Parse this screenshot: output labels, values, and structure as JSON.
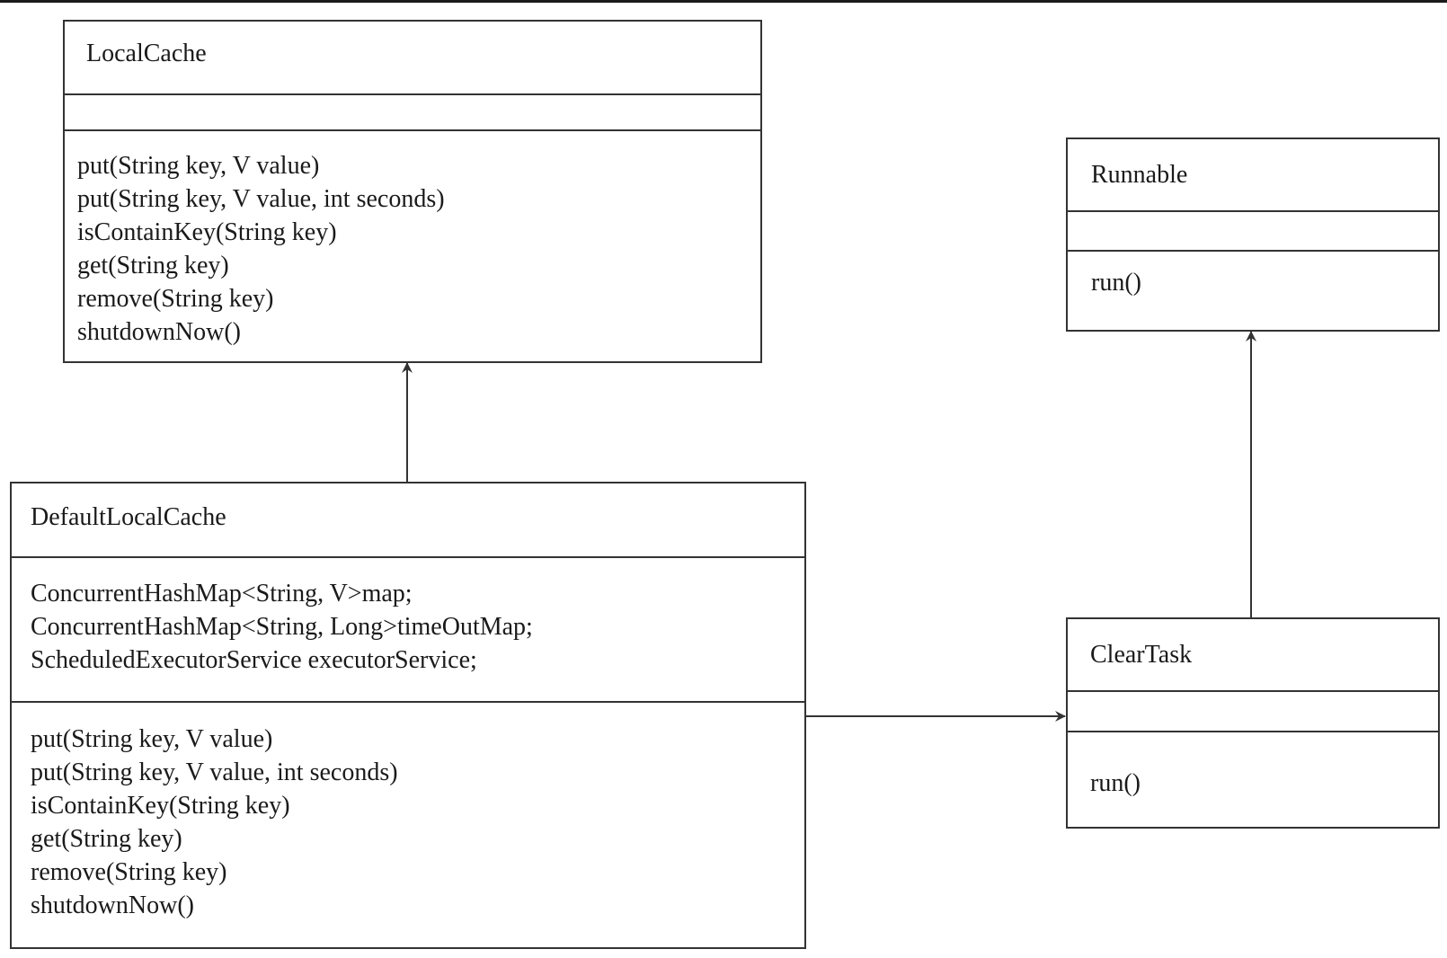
{
  "classes": {
    "local_cache": {
      "name": "LocalCache",
      "attributes": [],
      "methods": [
        "put(String key, V value)",
        "put(String key, V value, int seconds)",
        "isContainKey(String key)",
        "get(String key)",
        "remove(String key)",
        "shutdownNow()"
      ]
    },
    "runnable": {
      "name": "Runnable",
      "attributes": [],
      "methods": [
        "run()"
      ]
    },
    "default_local_cache": {
      "name": "DefaultLocalCache",
      "attributes": [
        "ConcurrentHashMap<String, V>map;",
        "ConcurrentHashMap<String, Long>timeOutMap;",
        "ScheduledExecutorService executorService;"
      ],
      "methods": [
        "put(String key, V value)",
        "put(String key, V value, int seconds)",
        "isContainKey(String key)",
        "get(String key)",
        "remove(String key)",
        "shutdownNow()"
      ]
    },
    "clear_task": {
      "name": "ClearTask",
      "attributes": [],
      "methods": [
        "run()"
      ]
    }
  },
  "relations": [
    {
      "from": "DefaultLocalCache",
      "to": "LocalCache",
      "kind": "generalization"
    },
    {
      "from": "ClearTask",
      "to": "Runnable",
      "kind": "generalization"
    },
    {
      "from": "DefaultLocalCache",
      "to": "ClearTask",
      "kind": "association"
    }
  ],
  "colors": {
    "line": "#333333",
    "text": "#1a1a1a",
    "background": "#ffffff"
  }
}
